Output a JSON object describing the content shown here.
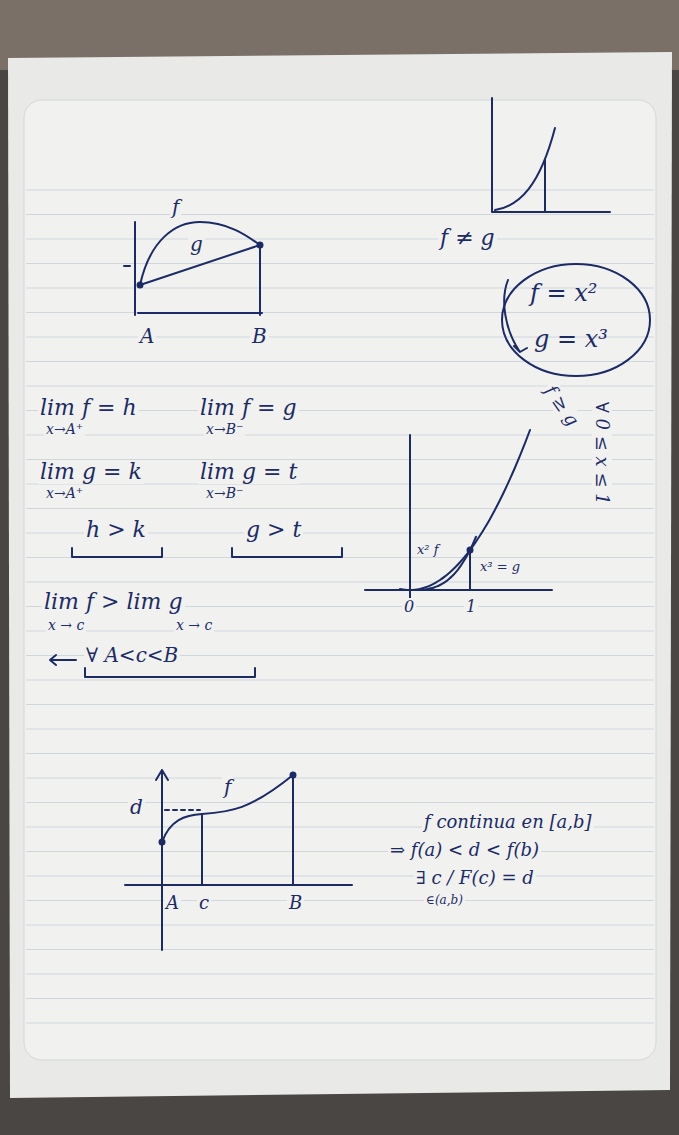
{
  "diagram": {
    "nodes": [
      {
        "text": [
          "f = x²",
          "g = x³"
        ]
      }
    ],
    "labels": [
      "f",
      "g",
      "A",
      "B",
      "f ≠ g",
      "f ≥ g",
      "∀ 0 ≤ x ≤ 1",
      "lim f = h",
      "x→A⁺",
      "lim f = g",
      "x→B⁻",
      "lim g = k",
      "x→A⁺",
      "lim g = t",
      "x→B⁻",
      "h > k",
      "g > t",
      "x² f",
      "x³ = g",
      "0",
      "1",
      "lim f > lim g",
      "x → c",
      "x → c",
      "∀ A<c<B",
      "f continua en [a,b]",
      "⇒ f(a) < d < f(b)",
      "∃ c / F(c) = d",
      "∈(a,b)",
      "d",
      "f",
      "A",
      "c",
      "B"
    ]
  }
}
